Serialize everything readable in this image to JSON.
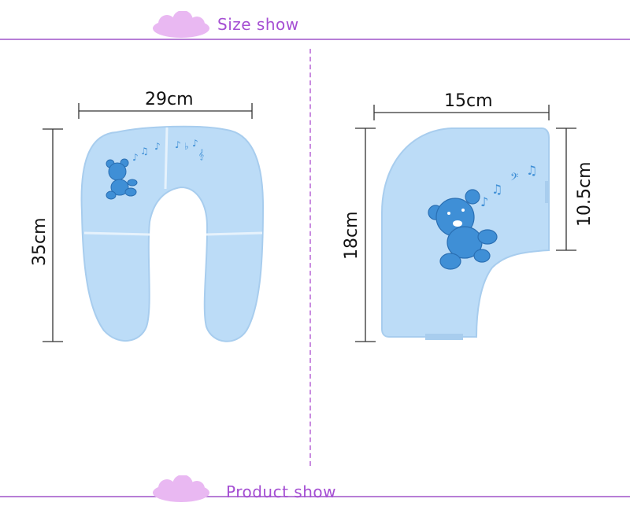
{
  "header": {
    "title": "Size show"
  },
  "footer": {
    "title": "Product show"
  },
  "left_product": {
    "width_label": "29cm",
    "height_label": "35cm"
  },
  "right_product": {
    "width_label": "15cm",
    "height_label": "18cm",
    "depth_label": "10.5cm"
  },
  "colors": {
    "accent": "#b77ed6",
    "cloud": "#e9b8f2",
    "product_body": "#bcdcf7",
    "product_shadow": "#a8cdee",
    "bear": "#3f8fd6"
  }
}
